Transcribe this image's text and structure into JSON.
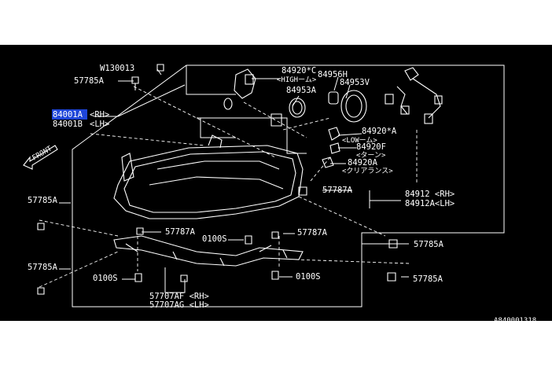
{
  "diagram": {
    "part_labels": {
      "w130013": "W130013",
      "p57785a_top": "57785A",
      "p84001a": "84001A",
      "rh_1": "<RH>",
      "p84001b": "84001B",
      "lh_1": "<LH>",
      "front": "FRONT",
      "p84920c": "84920*C",
      "high_beam": "<HIGHーム>",
      "p84953a": "84953A",
      "p84956h": "84956H",
      "p84953v": "84953V",
      "p84920a": "84920*A",
      "low_beam": "<LOWーム>",
      "p84920f": "84920F",
      "turn": "<ターン>",
      "p84920a2": "84920A",
      "clearance": "<クリアランス>",
      "p57787a_right": "57787A",
      "p84912": "84912 <RH>",
      "p84912a": "84912A<LH>",
      "p57785a_left1": "57785A",
      "p57787a_lower": "57787A",
      "p0100s_mid": "0100S",
      "p57787a_mid": "57787A",
      "p57785a_right1": "57785A",
      "p57785a_left2": "57785A",
      "p0100s_left": "0100S",
      "p0100s_right": "0100S",
      "p57785a_right2": "57785A",
      "p57707af": "57707AF <RH>",
      "p57707ag": "57707AG <LH>",
      "figure_id": "A840001318"
    },
    "highlighted_part": "84001A",
    "colors": {
      "background": "#000000",
      "line": "#ffffff",
      "highlight": "#1e45d8"
    }
  }
}
